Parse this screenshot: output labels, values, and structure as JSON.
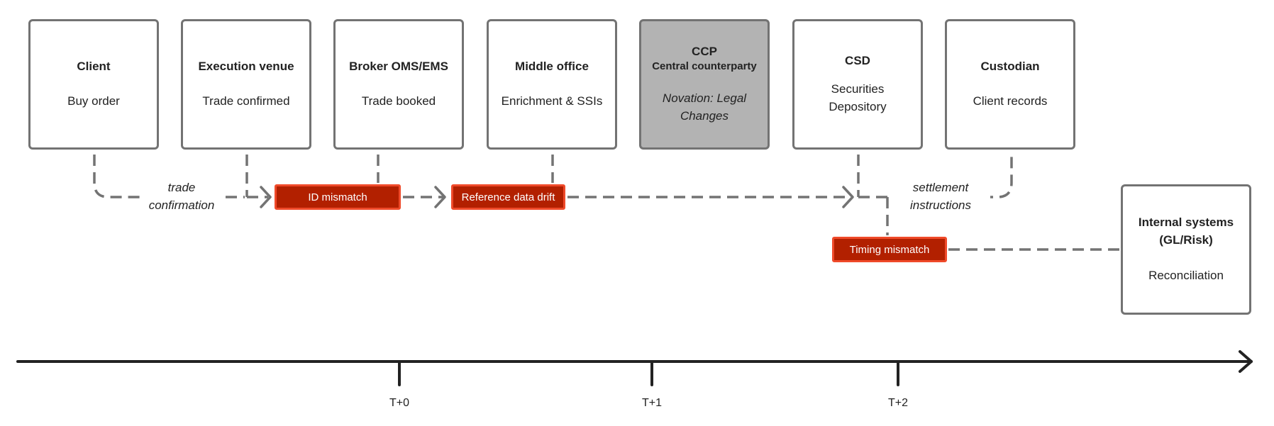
{
  "nodes": {
    "client": {
      "title": "Client",
      "desc": "Buy order"
    },
    "execution_venue": {
      "title": "Execution venue",
      "desc": "Trade confirmed"
    },
    "broker_oms": {
      "title": "Broker OMS/EMS",
      "desc": "Trade booked"
    },
    "middle_office": {
      "title": "Middle office",
      "desc": "Enrichment & SSIs"
    },
    "ccp": {
      "title": "CCP",
      "subtitle": "Central counterparty",
      "desc_line1": "Novation: Legal",
      "desc_line2": "Changes"
    },
    "csd": {
      "title": "CSD",
      "desc_line1": "Securities",
      "desc_line2": "Depository"
    },
    "custodian": {
      "title": "Custodian",
      "desc": "Client records"
    },
    "internal": {
      "title_line1": "Internal systems",
      "title_line2": "(GL/Risk)",
      "desc": "Reconciliation"
    }
  },
  "issues": {
    "id_mismatch": "ID mismatch",
    "reference_data_drift": "Reference data drift",
    "timing_mismatch": "Timing mismatch"
  },
  "edge_labels": {
    "trade_confirmation": {
      "line1": "trade",
      "line2": "confirmation"
    },
    "settlement_instructions": {
      "line1": "settlement",
      "line2": "instructions"
    }
  },
  "timeline": {
    "ticks": [
      "T+0",
      "T+1",
      "T+2"
    ]
  },
  "colors": {
    "box_border": "#737373",
    "ccp_fill": "#b3b3b3",
    "issue_fill": "#b22000",
    "issue_border": "#ef4a2a",
    "timeline": "#222222"
  }
}
